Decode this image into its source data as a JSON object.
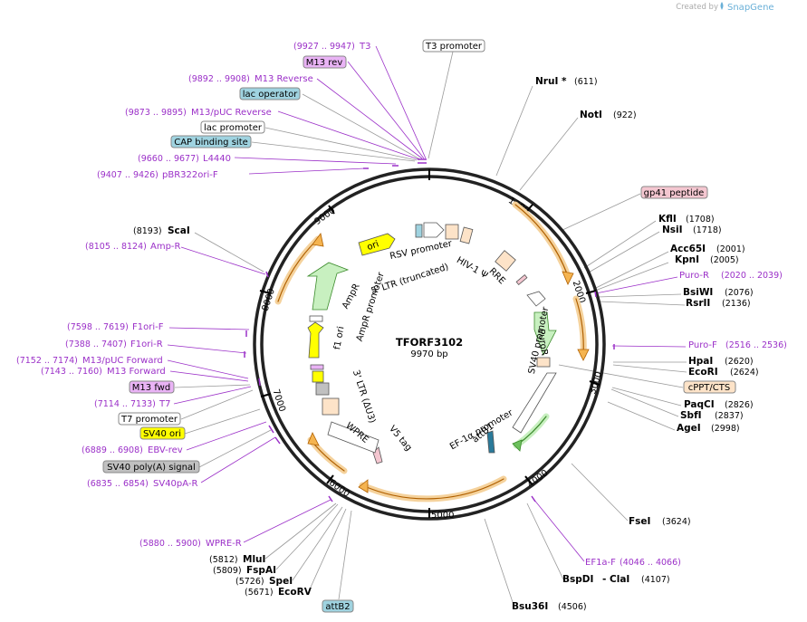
{
  "watermark": {
    "prefix": "Created by",
    "brand": "SnapGene"
  },
  "plasmid": {
    "name": "TFORF3102",
    "length": "9970 bp"
  },
  "ticks": [
    "1000",
    "2000",
    "3000",
    "4000",
    "5000",
    "6000",
    "7000",
    "8000",
    "9000"
  ],
  "top_labels": [
    {
      "range": "(9927 .. 9947)",
      "name": "T3",
      "kind": "primer"
    },
    {
      "name": "T3 promoter",
      "kind": "box-white"
    },
    {
      "name": "M13 rev",
      "kind": "box-violet"
    },
    {
      "range": "(9892 .. 9908)",
      "name": "M13 Reverse",
      "kind": "primer"
    },
    {
      "name": "lac operator",
      "kind": "box-teal"
    },
    {
      "range": "(9873 .. 9895)",
      "name": "M13/pUC Reverse",
      "kind": "primer"
    },
    {
      "name": "lac promoter",
      "kind": "box-white"
    },
    {
      "name": "CAP binding site",
      "kind": "box-teal"
    },
    {
      "range": "(9660 .. 9677)",
      "name": "L4440",
      "kind": "primer"
    },
    {
      "range": "(9407 .. 9426)",
      "name": "pBR322ori-F",
      "kind": "primer"
    }
  ],
  "right_labels": [
    {
      "name": "NruI *",
      "pos": "(611)",
      "kind": "site"
    },
    {
      "name": "NotI",
      "pos": "(922)",
      "kind": "site"
    },
    {
      "name": "gp41 peptide",
      "kind": "box-pink"
    },
    {
      "name": "KflI",
      "pos": "(1708)",
      "kind": "site"
    },
    {
      "name": "NsiI",
      "pos": "(1718)",
      "kind": "site"
    },
    {
      "name": "Acc65I",
      "pos": "(2001)",
      "kind": "site"
    },
    {
      "name": "KpnI",
      "pos": "(2005)",
      "kind": "site"
    },
    {
      "name": "Puro-R",
      "pos": "(2020 .. 2039)",
      "kind": "primer"
    },
    {
      "name": "BsiWI",
      "pos": "(2076)",
      "kind": "site"
    },
    {
      "name": "RsrII",
      "pos": "(2136)",
      "kind": "site"
    },
    {
      "name": "Puro-F",
      "pos": "(2516 .. 2536)",
      "kind": "primer"
    },
    {
      "name": "HpaI",
      "pos": "(2620)",
      "kind": "site"
    },
    {
      "name": "EcoRI",
      "pos": "(2624)",
      "kind": "site"
    },
    {
      "name": "cPPT/CTS",
      "kind": "box-orange"
    },
    {
      "name": "PaqCI",
      "pos": "(2826)",
      "kind": "site"
    },
    {
      "name": "SbfI",
      "pos": "(2837)",
      "kind": "site"
    },
    {
      "name": "AgeI",
      "pos": "(2998)",
      "kind": "site"
    },
    {
      "name": "FseI",
      "pos": "(3624)",
      "kind": "site"
    },
    {
      "name": "EF1a-F",
      "pos": "(4046 .. 4066)",
      "kind": "primer"
    },
    {
      "name": "BspDI",
      "name2": "- ClaI",
      "pos": "(4107)",
      "kind": "site"
    },
    {
      "name": "Bsu36I",
      "pos": "(4506)",
      "kind": "site"
    }
  ],
  "left_labels": [
    {
      "name": "ScaI",
      "pos": "(8193)",
      "kind": "site"
    },
    {
      "name": "Amp-R",
      "pos": "(8105 .. 8124)",
      "kind": "primer"
    },
    {
      "name": "F1ori-F",
      "pos": "(7598 .. 7619)",
      "kind": "primer"
    },
    {
      "name": "F1ori-R",
      "pos": "(7388 .. 7407)",
      "kind": "primer"
    },
    {
      "name": "M13/pUC Forward",
      "pos": "(7152 .. 7174)",
      "kind": "primer"
    },
    {
      "name": "M13 Forward",
      "pos": "(7143 .. 7160)",
      "kind": "primer"
    },
    {
      "name": "M13 fwd",
      "kind": "box-violet"
    },
    {
      "name": "T7",
      "pos": "(7114 .. 7133)",
      "kind": "primer"
    },
    {
      "name": "T7 promoter",
      "kind": "box-white"
    },
    {
      "name": "SV40 ori",
      "kind": "box-yellow"
    },
    {
      "name": "EBV-rev",
      "pos": "(6889 .. 6908)",
      "kind": "primer"
    },
    {
      "name": "SV40 poly(A) signal",
      "kind": "box-gray"
    },
    {
      "name": "SV40pA-R",
      "pos": "(6835 .. 6854)",
      "kind": "primer"
    },
    {
      "name": "WPRE-R",
      "pos": "(5880 .. 5900)",
      "kind": "primer"
    },
    {
      "name": "MluI",
      "pos": "(5812)",
      "kind": "site"
    },
    {
      "name": "FspAI",
      "pos": "(5809)",
      "kind": "site"
    },
    {
      "name": "SpeI",
      "pos": "(5726)",
      "kind": "site"
    },
    {
      "name": "EcoRV",
      "pos": "(5671)",
      "kind": "site"
    },
    {
      "name": "attB2",
      "kind": "box-teal"
    }
  ],
  "inner_features": [
    "ori",
    "RSV promoter",
    "5' LTR (truncated)",
    "HIV-1 Ψ",
    "RRE",
    "AmpR",
    "AmpR promoter",
    "f1 ori",
    "3' LTR (ΔU3)",
    "WPRE",
    "V5 tag",
    "SV40 promoter",
    "PuroR",
    "EF-1α promoter",
    "attB1"
  ],
  "colors": {
    "primer": "#9b30c8",
    "backbone": "#222222",
    "orf": "#ffb347",
    "violet": "#e9b3f5",
    "teal": "#9fd3e0",
    "yellow": "#ffff00",
    "gray": "#c0c0c0",
    "pink": "#f4c6d0",
    "orange": "#fde3c8",
    "green": "#c8f0c0"
  }
}
